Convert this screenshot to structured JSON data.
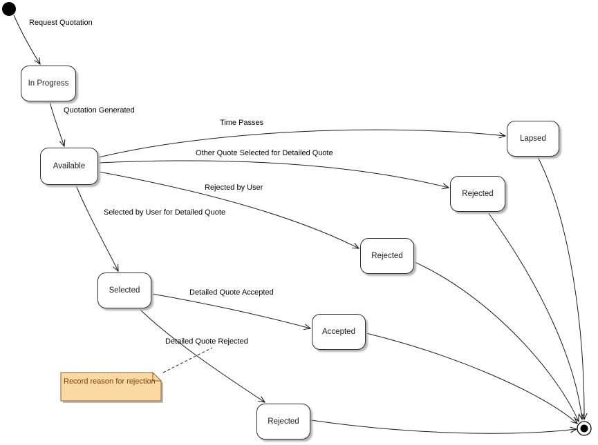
{
  "diagram": {
    "kind": "uml-state-diagram"
  },
  "states": [
    {
      "id": "in-progress",
      "label": "In Progress"
    },
    {
      "id": "available",
      "label": "Available"
    },
    {
      "id": "lapsed",
      "label": "Lapsed"
    },
    {
      "id": "rejected-top",
      "label": "Rejected"
    },
    {
      "id": "rejected-middle",
      "label": "Rejected"
    },
    {
      "id": "selected",
      "label": "Selected"
    },
    {
      "id": "accepted",
      "label": "Accepted"
    },
    {
      "id": "rejected-bottom",
      "label": "Rejected"
    }
  ],
  "transitions": [
    {
      "id": "request-quotation",
      "label": "Request Quotation"
    },
    {
      "id": "quotation-generated",
      "label": "Quotation Generated"
    },
    {
      "id": "time-passes",
      "label": "Time Passes"
    },
    {
      "id": "other-quote-selected",
      "label": "Other Quote Selected for Detailed Quote"
    },
    {
      "id": "rejected-by-user",
      "label": "Rejected by User"
    },
    {
      "id": "selected-by-user",
      "label": "Selected by User for Detailed Quote"
    },
    {
      "id": "detailed-quote-accepted",
      "label": "Detailed Quote Accepted"
    },
    {
      "id": "detailed-quote-rejected",
      "label": "Detailed Quote Rejected"
    }
  ],
  "note": {
    "text": "Record reason for rejection"
  },
  "pseudostates": {
    "initial": "initial-state-dot",
    "final": "final-state-bullseye"
  },
  "colors": {
    "state_fill": "#ffffff",
    "state_border": "#2b2b2b",
    "edge": "#1a1a1a",
    "shadow": "#b5b5b5",
    "note_fill": "#fbd9a3",
    "note_border": "#8b5e20",
    "note_text": "#7a3b10"
  }
}
